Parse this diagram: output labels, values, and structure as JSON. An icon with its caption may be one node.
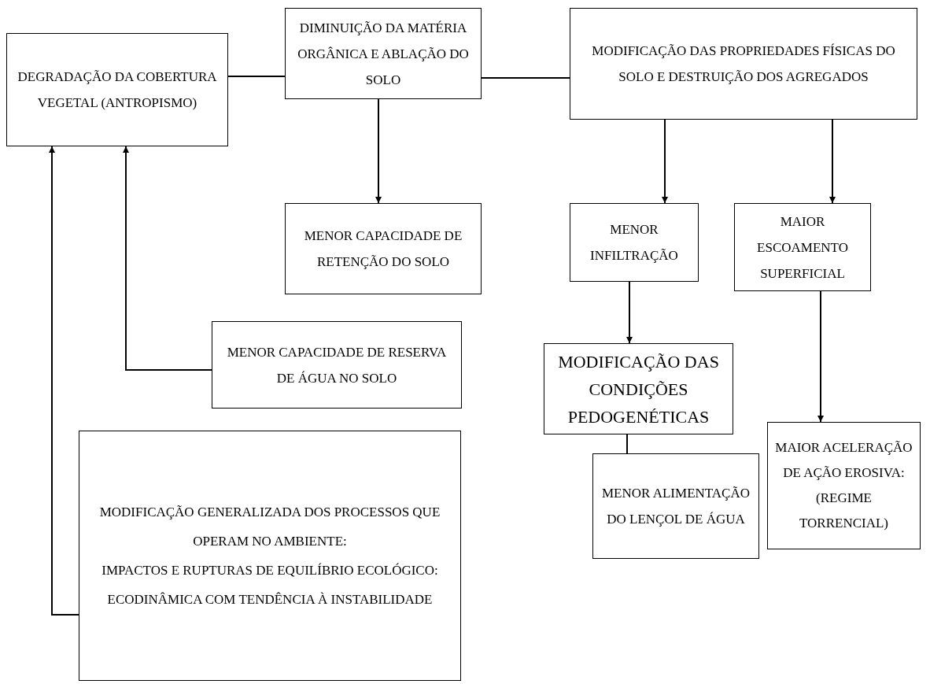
{
  "diagram": {
    "nodes": [
      {
        "text": [
          "DEGRADAÇÃO DA COBERTURA VEGETAL (ANTROPISMO)"
        ]
      },
      {
        "text": [
          "DIMINUIÇÃO DA MATÉRIA ORGÂNICA E ABLAÇÃO DO SOLO"
        ]
      },
      {
        "text": [
          "MODIFICAÇÃO DAS PROPRIEDADES FÍSICAS DO SOLO E DESTRUIÇÃO DOS AGREGADOS"
        ]
      },
      {
        "text": [
          "MENOR CAPACIDADE DE RETENÇÃO DO SOLO"
        ]
      },
      {
        "text": [
          "MENOR INFILTRAÇÃO"
        ]
      },
      {
        "text": [
          "MAIOR ESCOAMENTO SUPERFICIAL"
        ]
      },
      {
        "text": [
          "MENOR CAPACIDADE DE RESERVA DE ÁGUA NO SOLO"
        ]
      },
      {
        "text": [
          "MODIFICAÇÃO DAS CONDIÇÕES PEDOGENÉTICAS"
        ]
      },
      {
        "text": [
          "MODIFICAÇÃO GENERALIZADA DOS PROCESSOS QUE OPERAM NO AMBIENTE:",
          "IMPACTOS E RUPTURAS DE EQUILÍBRIO ECOLÓGICO: ECODINÂMICA COM TENDÊNCIA À INSTABILIDADE"
        ]
      },
      {
        "text": [
          "MENOR ALIMENTAÇÃO DO LENÇOL DE ÁGUA"
        ]
      },
      {
        "text": [
          "MAIOR ACELERAÇÃO DE AÇÃO EROSIVA: (REGIME TORRENCIAL)"
        ]
      }
    ],
    "edges": [
      {
        "from": 0,
        "to": 1,
        "arrow": "none"
      },
      {
        "from": 1,
        "to": 2,
        "arrow": "none"
      },
      {
        "from": 1,
        "to": 3,
        "arrow": "to"
      },
      {
        "from": 2,
        "to": 4,
        "arrow": "to"
      },
      {
        "from": 2,
        "to": 5,
        "arrow": "to"
      },
      {
        "from": 4,
        "to": 7,
        "arrow": "to"
      },
      {
        "from": 5,
        "to": 10,
        "arrow": "to"
      },
      {
        "from": 7,
        "to": 9,
        "arrow": "none"
      },
      {
        "from": 6,
        "to": 0,
        "arrow": "to"
      },
      {
        "from": 8,
        "to": 0,
        "arrow": "to"
      }
    ]
  }
}
